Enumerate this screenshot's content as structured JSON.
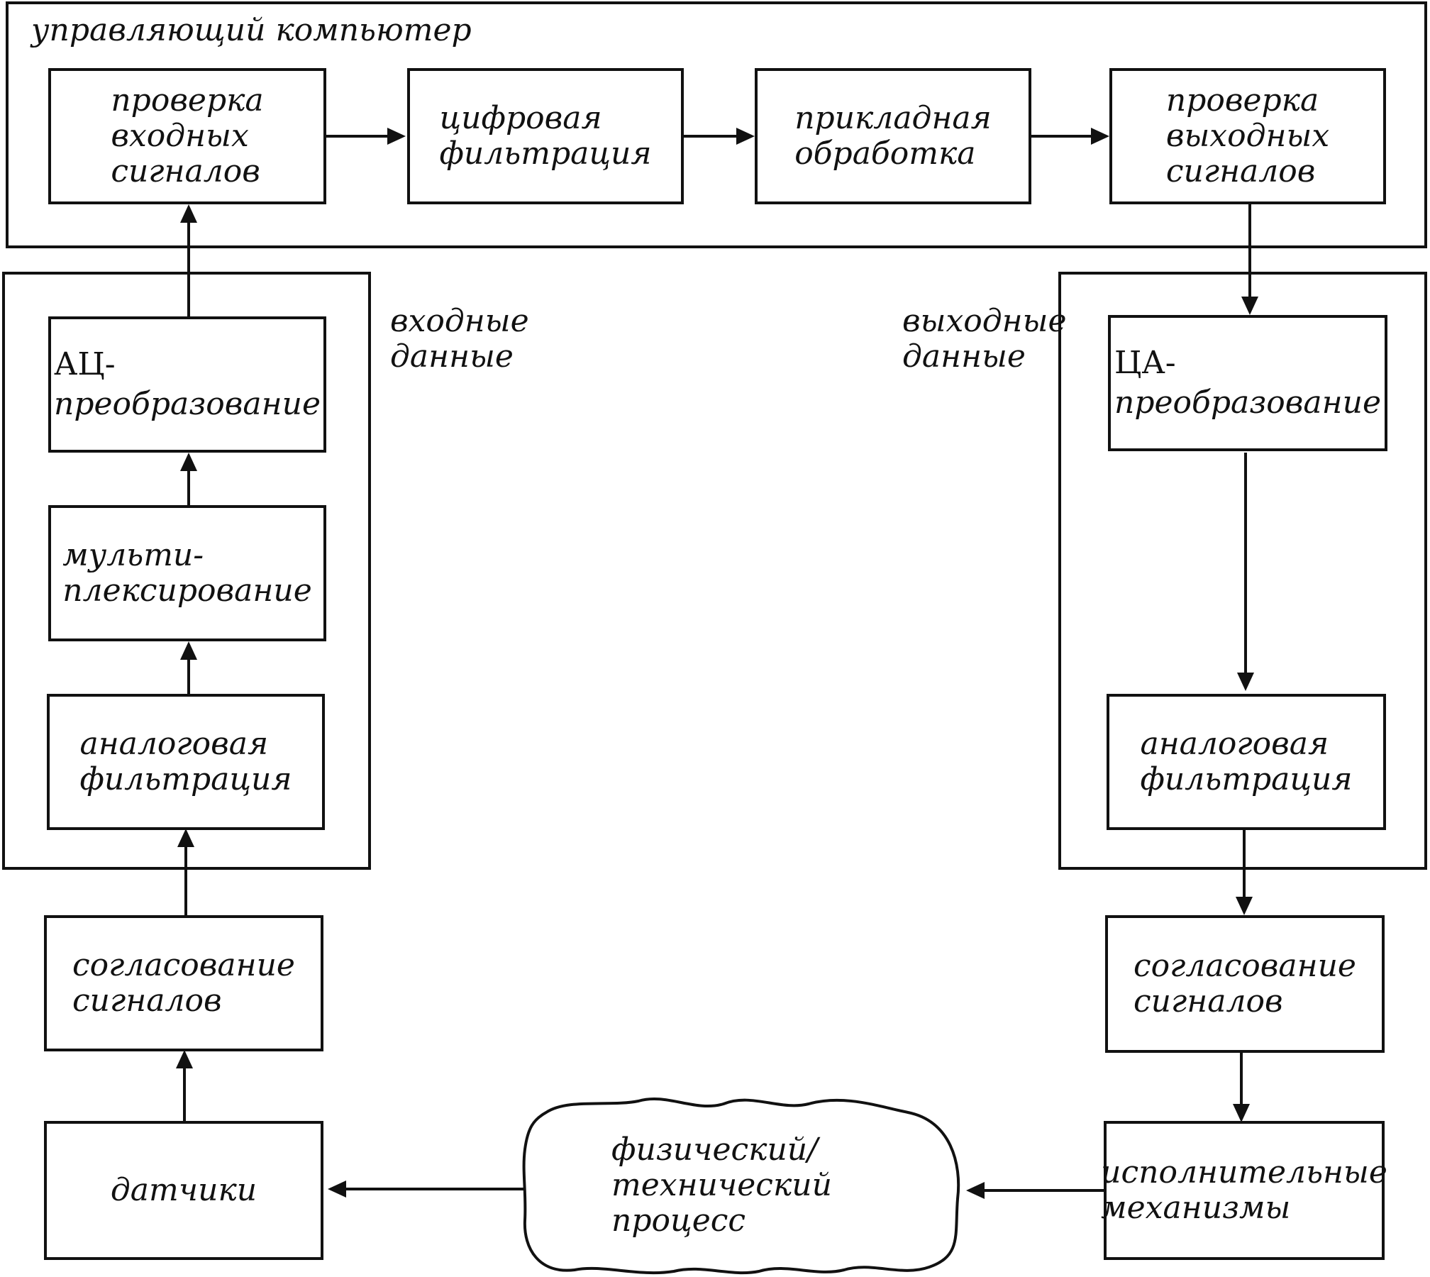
{
  "frames": {
    "computer": "управляющий компьютер",
    "input": "входные\nданные",
    "output": "выходные\nданные"
  },
  "blocks": {
    "input_check": "проверка\nвходных\nсигналов",
    "digital_filter": "цифровая\nфильтрация",
    "application": "прикладная\nобработка",
    "output_check": "проверка\nвыходных\nсигналов",
    "adc_line1": "АЦ-",
    "adc_line2": "преобразование",
    "mux": "мульти-\nплексирование",
    "analog_filter_in": "аналоговая\nфильтрация",
    "conditioning_in": "согласование\nсигналов",
    "sensors": "датчики",
    "dac_line1": "ЦА-",
    "dac_line2": "преобразование",
    "analog_filter_out": "аналоговая\nфильтрация",
    "conditioning_out": "согласование\nсигналов",
    "actuators": "исполнительные\nмеханизмы",
    "process": "физический/\nтехнический\nпроцесс"
  }
}
